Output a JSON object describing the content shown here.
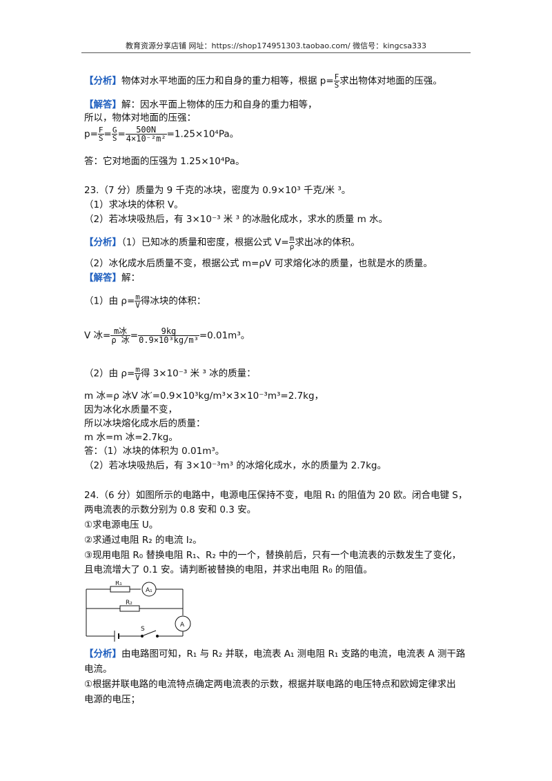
{
  "header": {
    "text": "教育资源分享店铺    网址：https://shop174951303.taobao.com/        微信号：kingcsa333"
  },
  "p22": {
    "analysis_tag": "【分析】",
    "analysis_a": "物体对水平地面的压力和自身的重力相等，根据 p=",
    "analysis_f_num": "F",
    "analysis_f_den": "S",
    "analysis_b": "求出物体对地面的压强。",
    "answer_tag": "【解答】",
    "answer_a": "解：因水平面上物体的压力和自身的重力相等，",
    "so": "所以，物体对地面的压强：",
    "eq_p": "p=",
    "eq_f1_num": "F",
    "eq_f1_den": "S",
    "eq_eq1": "=",
    "eq_f2_num": "G",
    "eq_f2_den": "S",
    "eq_eq2": "=",
    "eq_f3_num": "500N",
    "eq_f3_den": "4×10⁻²m²",
    "eq_result": "=1.25×10⁴Pa。",
    "final": "答：它对地面的压强为 1.25×10⁴Pa。"
  },
  "q23": {
    "stem": "23.（7 分）质量为 9 千克的冰块，密度为 0.9×10³ 千克/米 ³。",
    "s1": "（1）求冰块的体积 V。",
    "s2": "（2）若冰块吸热后，有 3×10⁻³ 米 ³ 的冰融化成水，求水的质量 m 水。",
    "analysis_tag": "【分析】",
    "a1_a": "（1）已知冰的质量和密度，根据公式 V=",
    "a1_num": "m",
    "a1_den": "ρ",
    "a1_b": "求出冰的体积。",
    "a2": "（2）冰化成水后质量不变，根据公式 m=ρV 可求熔化冰的质量，也就是水的质量。",
    "answer_tag": "【解答】",
    "answer_a": "解：",
    "s1_a": "（1）由 ρ=",
    "s1_num": "m",
    "s1_den": "V",
    "s1_b": "得冰块的体积：",
    "v_a": "V 冰=",
    "v_f1_num": "m冰",
    "v_f1_den": "ρ 冰",
    "v_eq": "=",
    "v_f2_num": "9kg",
    "v_f2_den": "0.9×10³kg/m³",
    "v_result": "=0.01m³。",
    "s2_a": "（2）由 ρ=",
    "s2_num": "m",
    "s2_den": "V",
    "s2_b": "得 3×10⁻³ 米 ³ 冰的质量：",
    "m_line": "m 冰=ρ 冰V 冰′=0.9×10³kg/m³×3×10⁻³m³=2.7kg，",
    "because": "因为冰化水质量不变，",
    "so": "所以冰块熔化成水后的质量：",
    "mw": "m 水=m 冰=2.7kg。",
    "ans1": "答：（1）冰块的体积为 0.01m³。",
    "ans2": "（2）若冰块吸热后，有 3×10⁻³m³ 的冰熔化成水，水的质量为 2.7kg。"
  },
  "q24": {
    "stem1": "24.（6 分）如图所示的电路中，电源电压保持不变，电阻 R₁ 的阻值为 20 欧。闭合电键 S，",
    "stem2": "两电流表的示数分别为 0.8 安和 0.3 安。",
    "s1": "①求电源电压 U。",
    "s2": "②求通过电阻 R₂ 的电流 I₂。",
    "s3a": "③现用电阻 R₀ 替换电阻 R₁、R₂ 中的一个，替换前后，只有一个电流表的示数发生了变化，",
    "s3b": "且电流增大了 0.1 安。请判断被替换的电阻，并求出电阻 R₀ 的阻值。",
    "circuit": {
      "r1": "R₁",
      "r2": "R₂",
      "a1": "A₁",
      "a": "A",
      "s": "S"
    },
    "analysis_tag": "【分析】",
    "a1": "由电路图可知，R₁ 与 R₂ 并联，电流表 A₁ 测电阻 R₁ 支路的电流，电流表 A 测干路",
    "a1b": "电流。",
    "a2": "①根据并联电路的电流特点确定两电流表的示数，根据并联电路的电压特点和欧姆定律求出",
    "a2b": "电源的电压；"
  }
}
